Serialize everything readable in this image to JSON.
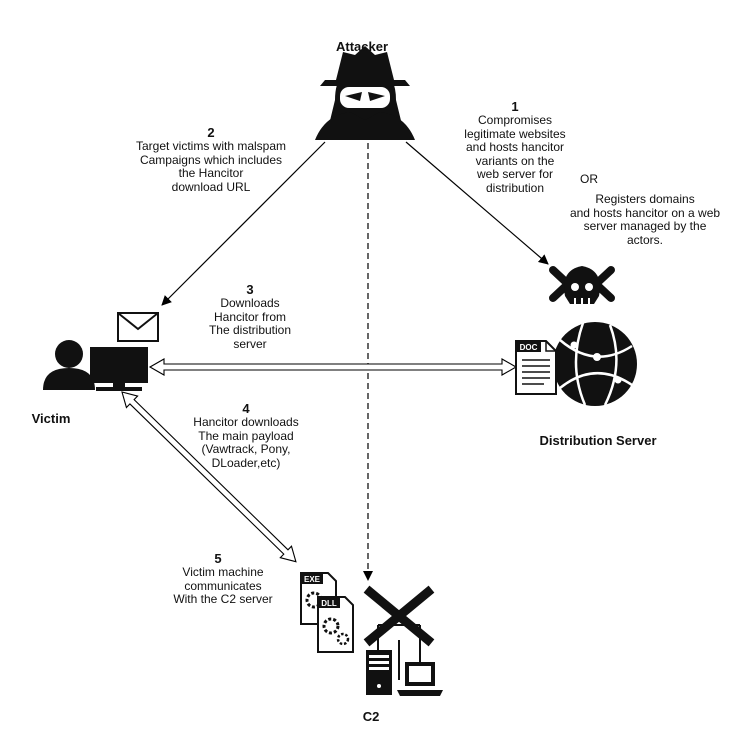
{
  "nodes": {
    "attacker": {
      "label": "Attacker",
      "icon": "hacker-icon"
    },
    "victim": {
      "label": "Victim",
      "icon": "user-computer-icon"
    },
    "distribution": {
      "label": "Distribution Server",
      "icon": "malicious-globe-server-icon"
    },
    "c2": {
      "label": "C2",
      "icon": "server-laptop-network-icon"
    }
  },
  "steps": {
    "s1": {
      "num": "1",
      "lines": [
        "Compromises",
        "legitimate websites",
        "and hosts hancitor",
        "variants on the",
        "web server for",
        "distribution"
      ]
    },
    "or": "OR",
    "s1b": {
      "lines": [
        "Registers domains",
        "and hosts hancitor on a web",
        "server managed by the",
        "actors."
      ]
    },
    "s2": {
      "num": "2",
      "lines": [
        "Target victims with malspam",
        "Campaigns which includes",
        "the Hancitor",
        "download URL"
      ]
    },
    "s3": {
      "num": "3",
      "lines": [
        "Downloads",
        "Hancitor from",
        "The distribution",
        "server"
      ]
    },
    "s4": {
      "num": "4",
      "lines": [
        "Hancitor downloads",
        "The main payload",
        "(Vawtrack, Pony,",
        "DLoader,etc)"
      ]
    },
    "s5": {
      "num": "5",
      "lines": [
        "Victim machine",
        "communicates",
        "With the C2 server"
      ]
    }
  },
  "file_tags": {
    "doc": "DOC",
    "exe": "EXE",
    "dll": "DLL"
  }
}
